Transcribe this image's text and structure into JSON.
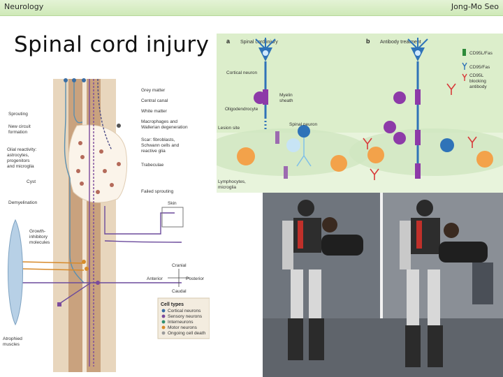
{
  "header": {
    "left_text": "Neurology",
    "right_text": "Jong-Mo Seo",
    "colors": {
      "band": "#d6edc2"
    }
  },
  "slide": {
    "title": "Spinal cord injury"
  },
  "spinal_diagram": {
    "left_labels": [
      "Sprouting",
      "New circuit",
      "formation",
      "Glial reactivity:",
      "astrocytes,",
      "progenitors",
      "and microglia",
      "Cyst",
      "Demyelination",
      "Growth-",
      "inhibitory",
      "molecules",
      "Atrophied",
      "muscles"
    ],
    "right_labels": [
      "Grey matter",
      "Central canal",
      "White matter",
      "Macrophages and",
      "Wallerian degeneration",
      "Scar: fibroblasts,",
      "Schwann cells and",
      "reactive glia",
      "Trabeculae",
      "Failed sprouting",
      "Skin"
    ],
    "compass": {
      "top": "Cranial",
      "left": "Anterior",
      "right": "Posterior",
      "bottom": "Caudal"
    },
    "legend_title": "Cell types",
    "legend": [
      {
        "label": "Cortical neurons",
        "color": "#3a6ea5"
      },
      {
        "label": "Sensory neurons",
        "color": "#7b4a9c"
      },
      {
        "label": "Interneurons",
        "color": "#2f8f6f"
      },
      {
        "label": "Motor neurons",
        "color": "#d78a2a"
      },
      {
        "label": "Ongoing cell death",
        "color": "#9a9a9a"
      }
    ]
  },
  "antibody_diagram": {
    "panel_a_letter": "a",
    "panel_a_title": "Spinal cord injury",
    "panel_b_letter": "b",
    "panel_b_title": "Antibody treatment",
    "labels": [
      "Cortical neuron",
      "Myelin",
      "sheath",
      "Oligodendrocyte",
      "Lesion site",
      "Spinal neuron",
      "Lymphocytes,",
      "microglia"
    ],
    "legend": [
      "CD95L/Fas",
      "CD95/Fas",
      "CD95L",
      "blocking",
      "antibody"
    ]
  },
  "photo": {
    "caption": ""
  }
}
